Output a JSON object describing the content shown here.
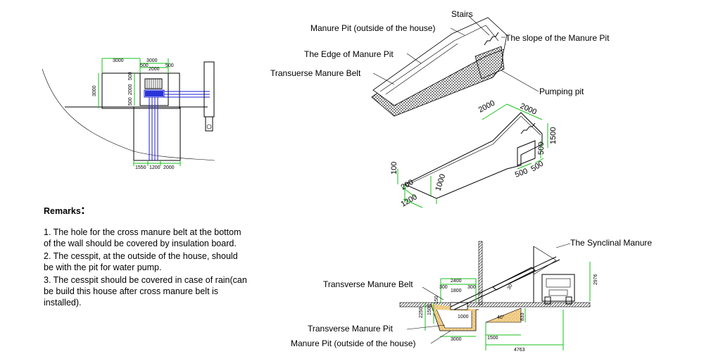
{
  "plan_view": {
    "dims": {
      "top_width": "3000",
      "top_mid": "3000",
      "seg_a": "500",
      "seg_b": "2000",
      "seg_c": "500",
      "left_height": "3000",
      "v_500": "500",
      "v_2000": "2000",
      "v_500b": "500",
      "bottom_1550": "1550",
      "bottom_1200": "1200",
      "bottom_2000": "2000"
    }
  },
  "iso_top": {
    "labels": {
      "stairs": "Stairs",
      "manure_pit_outside": "Manure Pit (outside of the house)",
      "slope": "The slope of the Manure Pit",
      "edge": "The Edge of Manure Pit",
      "transverse_belt": "Transuerse Manure Belt",
      "pumping_pit": "Pumping pit"
    }
  },
  "iso_dims": {
    "d2000a": "2000",
    "d2000b": "2000",
    "d1500": "1500",
    "d500a": "500",
    "d500b": "500",
    "d500c": "500",
    "d100": "100",
    "d200": "200",
    "d1000": "1000",
    "d1200": "1200"
  },
  "section": {
    "labels": {
      "synclinal": "The Synclinal Manure",
      "belt": "Transverse Manure Belt",
      "pit": "Transverse Manure Pit",
      "outside": "Manure Pit (outside of the house)"
    },
    "dims": {
      "d2400": "2400",
      "d300a": "300",
      "d1800": "1800",
      "d300b": "300",
      "d150": "150",
      "d2250": "2250",
      "d1500": "1500",
      "d1000": "1000",
      "d3000": "3000",
      "d1500b": "1500",
      "d4763": "4763",
      "d2976": "2976",
      "d833": "833",
      "ang40": "40°",
      "ang30": "30°"
    }
  },
  "remarks": {
    "title": "Remarks",
    "items": [
      "1. The hole for the cross manure belt at the bottom of the wall should be covered by insulation board.",
      "2. The cesspit, at the outside of the house, should be with the pit for water pump.",
      "3. The cesspit should be covered in case of rain(can be build this house after cross manure belt is installed)."
    ]
  }
}
